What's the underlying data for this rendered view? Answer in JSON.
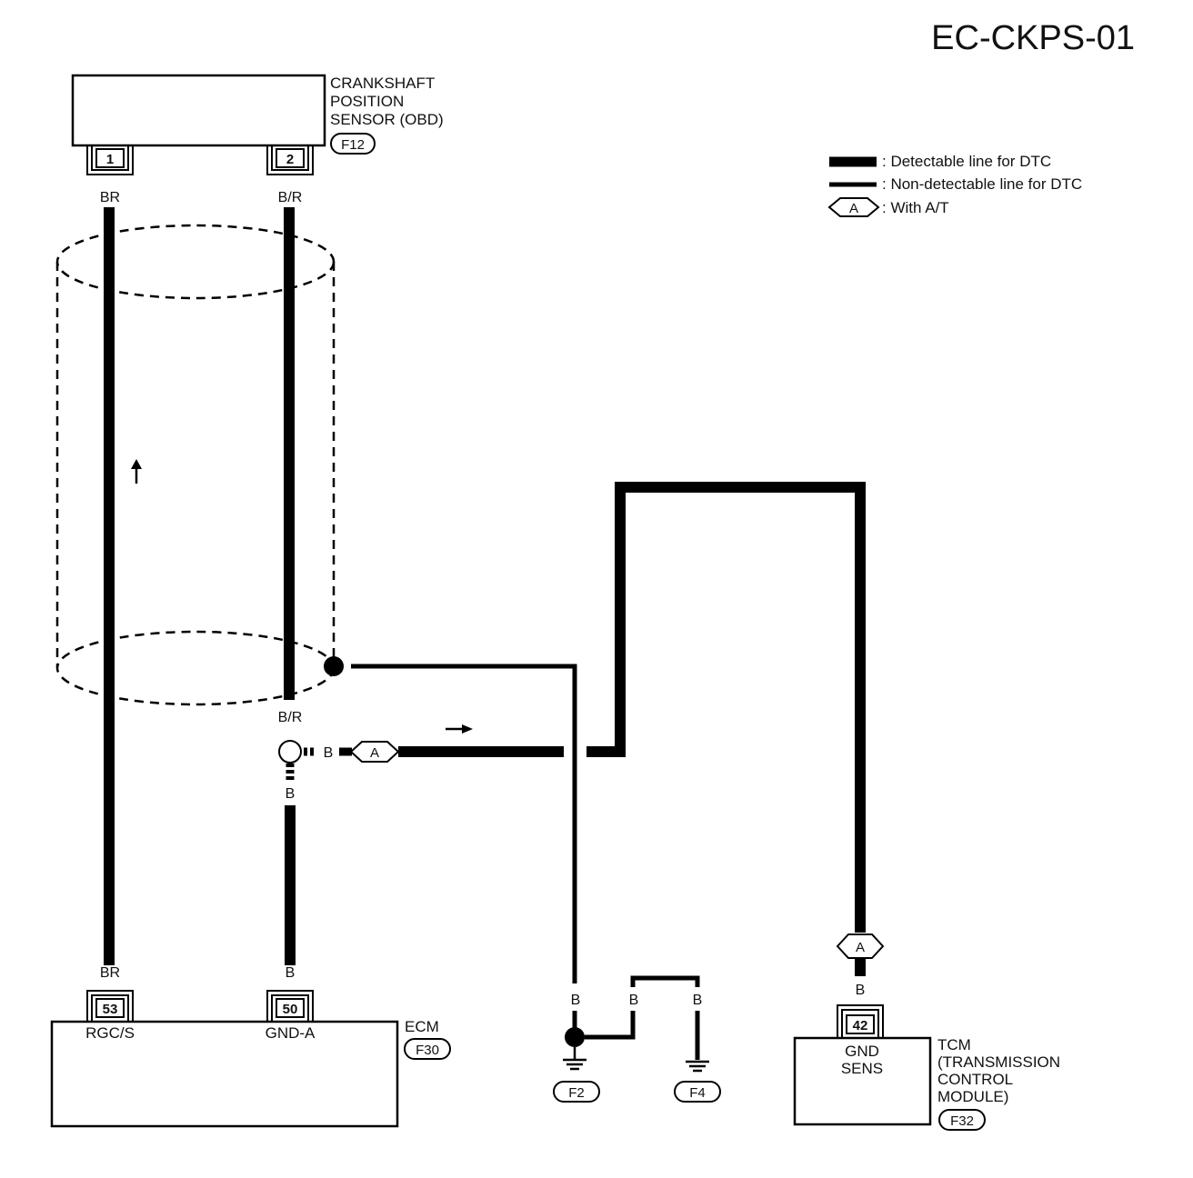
{
  "title": "EC-CKPS-01",
  "legend": {
    "detectable": ": Detectable line for DTC",
    "non_detectable": ": Non-detectable line for DTC",
    "with_at_symbol": "A",
    "with_at": ": With A/T"
  },
  "sensor": {
    "name_line1": "CRANKSHAFT",
    "name_line2": "POSITION",
    "name_line3": "SENSOR (OBD)",
    "connector": "F12",
    "pin1": "1",
    "pin2": "2"
  },
  "wires": {
    "br_top": "BR",
    "br_bottom": "BR",
    "bR_top": "B/R",
    "bR_mid": "B/R",
    "b_right_of_junction": "B",
    "b_below_junction": "B",
    "b_ecm_50": "B",
    "b_ground_f2": "B",
    "b_ground_mid": "B",
    "b_ground_f4": "B",
    "b_tcm": "B",
    "option_a_1": "A",
    "option_a_2": "A"
  },
  "ecm": {
    "name": "ECM",
    "connector": "F30",
    "pin53": "53",
    "pin50": "50",
    "term53": "RGC/S",
    "term50": "GND-A"
  },
  "grounds": {
    "f2": "F2",
    "f4": "F4"
  },
  "tcm": {
    "name_line1": "TCM",
    "name_line2": "(TRANSMISSION",
    "name_line3": "CONTROL",
    "name_line4": "MODULE)",
    "connector": "F32",
    "pin42": "42",
    "term_line1": "GND",
    "term_line2": "SENS"
  }
}
